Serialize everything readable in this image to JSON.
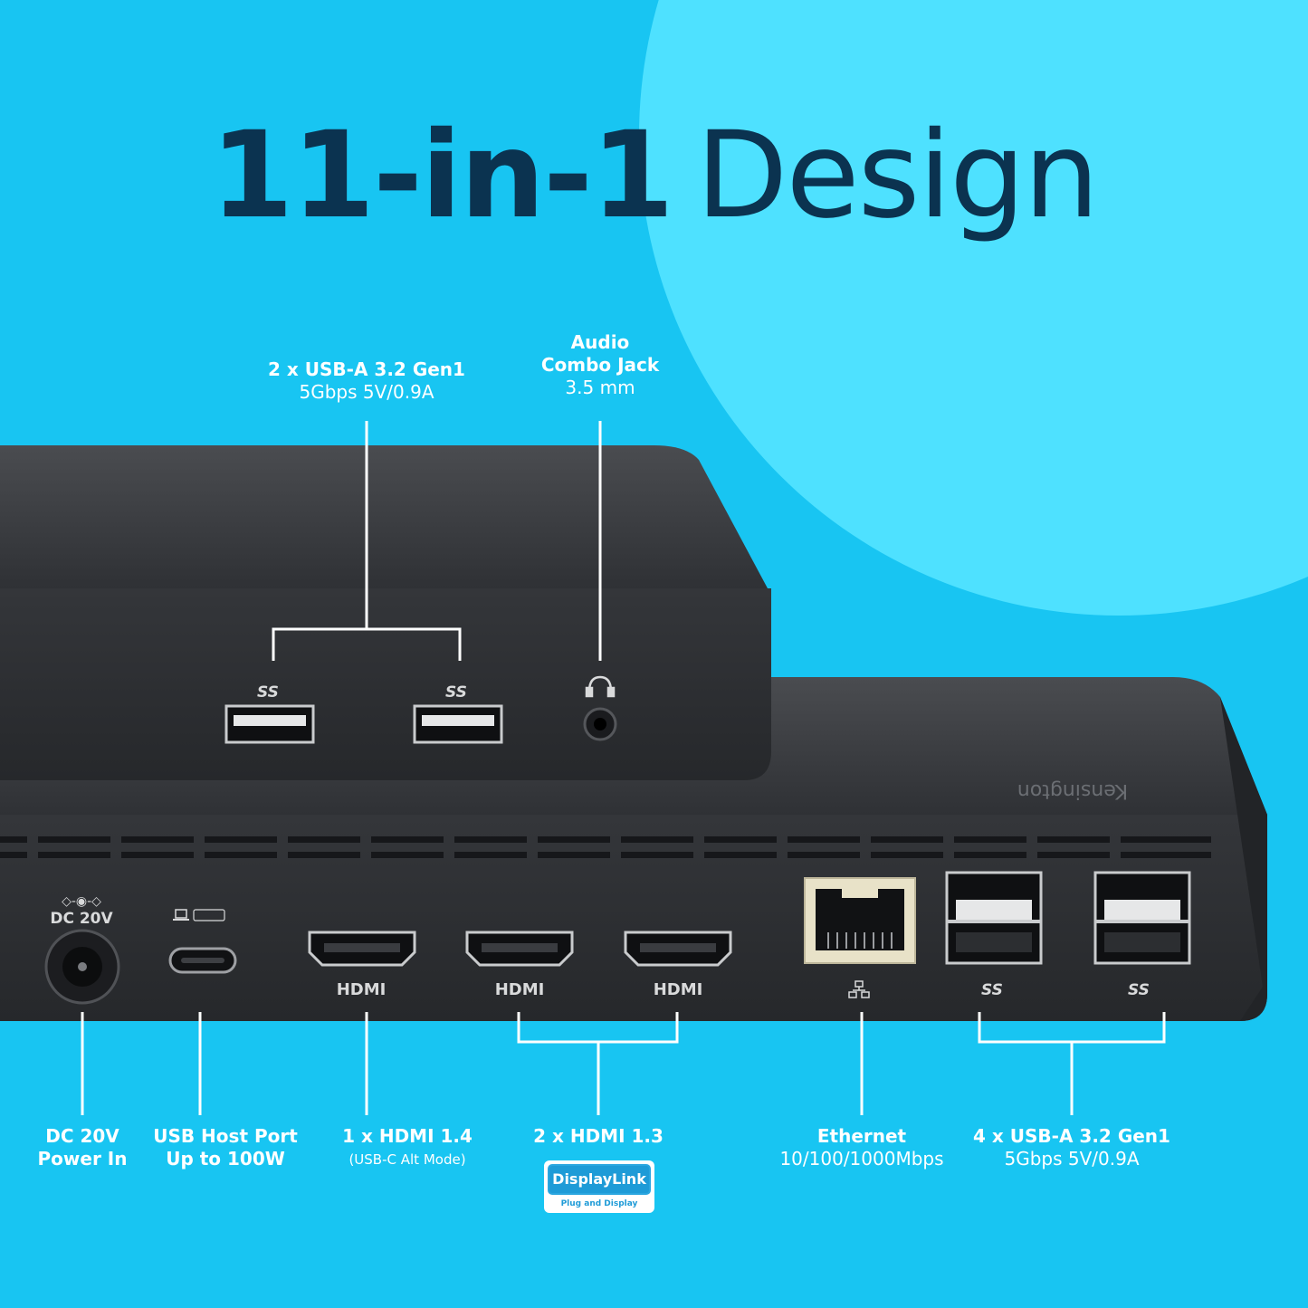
{
  "title": {
    "bold": "11-in-1",
    "light": "Design"
  },
  "colors": {
    "background": "#18c5f2",
    "circle": "#4ee1ff",
    "title": "#0b3350",
    "dock": "#3a3c40",
    "dock_face": "#2e3033",
    "label": "#ffffff"
  },
  "top_labels": {
    "usb_a_2": {
      "line1": "2 x USB-A 3.2 Gen1",
      "line2": "5Gbps 5V/0.9A"
    },
    "audio": {
      "line1": "Audio",
      "line2": "Combo Jack",
      "line3": "3.5 mm"
    }
  },
  "dock_markings": {
    "brand": "Kensington",
    "dc": "DC 20V",
    "hdmi_1": "HDMI",
    "hdmi_2": "HDMI",
    "hdmi_3": "HDMI",
    "usb_logo": "SS"
  },
  "bottom_labels": {
    "dc": {
      "line1": "DC 20V",
      "line2": "Power In"
    },
    "usb_host": {
      "line1": "USB Host Port",
      "line2": "Up to 100W"
    },
    "hdmi_14": {
      "line1": "1 x HDMI 1.4",
      "line2": "(USB-C Alt Mode)"
    },
    "hdmi_13": {
      "line1": "2 x HDMI 1.3"
    },
    "ethernet": {
      "line1": "Ethernet",
      "line2": "10/100/1000Mbps"
    },
    "usb_a_4": {
      "line1": "4 x USB-A 3.2 Gen1",
      "line2": "5Gbps 5V/0.9A"
    }
  },
  "displaylink": {
    "name": "DisplayLink",
    "sub": "Plug and Display"
  },
  "icons": [
    "dc-polarity-icon",
    "laptop-icon",
    "ethernet-icon",
    "superspeed-usb-icon",
    "headset-icon"
  ]
}
